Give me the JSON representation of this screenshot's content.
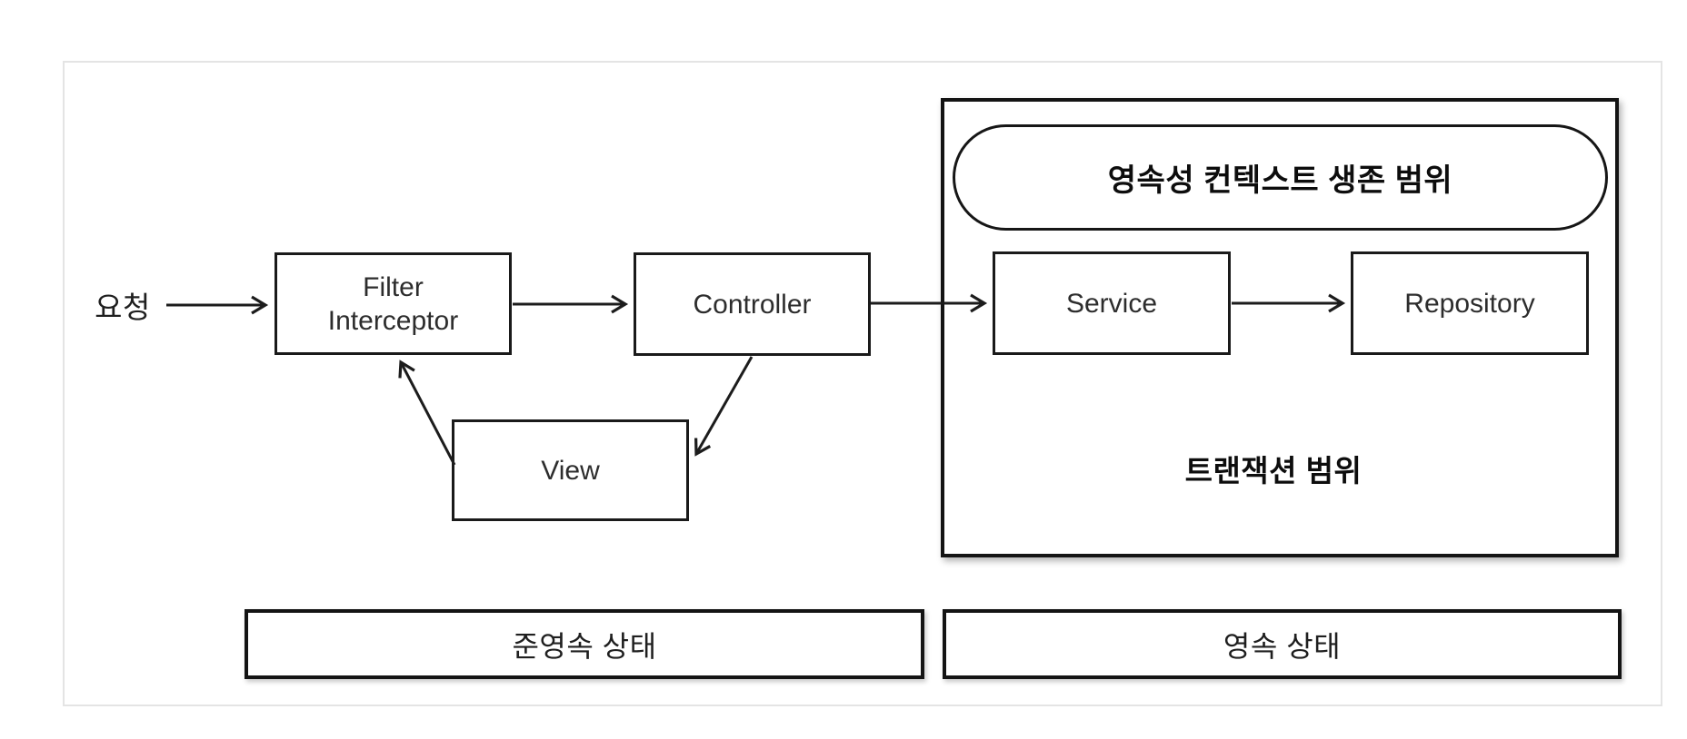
{
  "colors": {
    "background": "#ffffff",
    "frame_border": "#e4e4e4",
    "line": "#1c1c1c",
    "box_border": "#1a1a1a",
    "bold_text": "#0d0d0d"
  },
  "request_label": "요청",
  "nodes": {
    "filter": {
      "line1": "Filter",
      "line2": "Interceptor"
    },
    "controller": {
      "label": "Controller"
    },
    "view": {
      "label": "View"
    },
    "service": {
      "label": "Service"
    },
    "repository": {
      "label": "Repository"
    }
  },
  "scopes": {
    "persistence_context": {
      "label": "영속성 컨텍스트 생존 범위"
    },
    "transaction": {
      "label": "트랜잭션 범위"
    }
  },
  "states": {
    "detached": {
      "label": "준영속 상태"
    },
    "persistent": {
      "label": "영속 상태"
    }
  }
}
